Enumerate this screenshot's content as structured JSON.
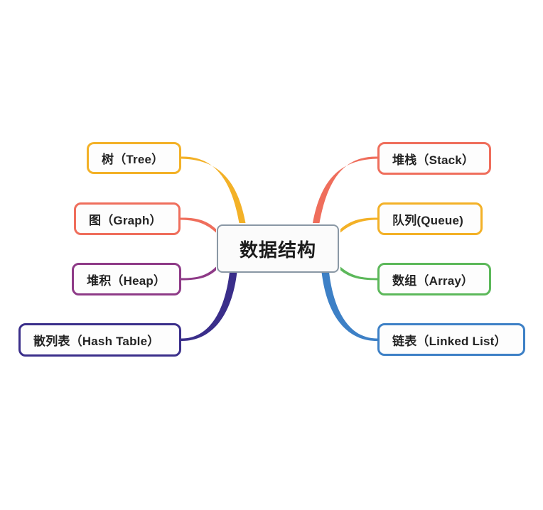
{
  "diagram": {
    "type": "mind-map",
    "title": "数据结构",
    "center": {
      "label": "数据结构",
      "border_color": "#8a98a5",
      "fill_color": "#fbfbfb"
    },
    "branches": [
      {
        "id": "tree",
        "label": "树（Tree）",
        "side": "left",
        "color": "#f3b127",
        "color_name": "amber"
      },
      {
        "id": "graph",
        "label": "图（Graph）",
        "side": "left",
        "color": "#ef6e5c",
        "color_name": "salmon-red"
      },
      {
        "id": "heap",
        "label": "堆积（Heap）",
        "side": "left",
        "color": "#8e3a87",
        "color_name": "purple"
      },
      {
        "id": "hash-table",
        "label": "散列表（Hash Table）",
        "side": "left",
        "color": "#3a2e8a",
        "color_name": "indigo"
      },
      {
        "id": "stack",
        "label": "堆栈（Stack）",
        "side": "right",
        "color": "#ef6e5c",
        "color_name": "salmon-red"
      },
      {
        "id": "queue",
        "label": "队列(Queue)",
        "side": "right",
        "color": "#f3b127",
        "color_name": "amber"
      },
      {
        "id": "array",
        "label": "数组（Array）",
        "side": "right",
        "color": "#5cb85a",
        "color_name": "green"
      },
      {
        "id": "linked-list",
        "label": "链表（Linked List）",
        "side": "right",
        "color": "#3d80c6",
        "color_name": "blue"
      }
    ]
  }
}
